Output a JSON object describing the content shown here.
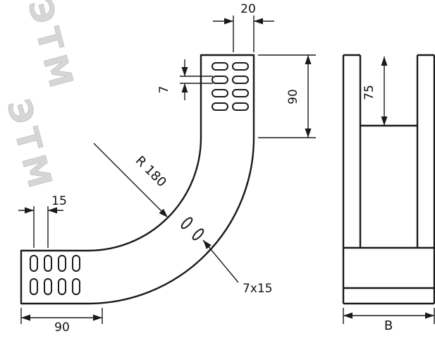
{
  "drawing": {
    "watermark_text": "ЭТМ",
    "colors": {
      "line": "#1a1a1a",
      "watermark": "#cccccc",
      "background": "#ffffff"
    },
    "front_view": {
      "dim_top_pitch": "20",
      "dim_slot_width": "7",
      "dim_upper_leg": "90",
      "dim_radius": "R 180",
      "dim_left_pitch": "15",
      "dim_lower_leg": "90",
      "dim_slot_size": "7x15"
    },
    "side_view": {
      "dim_side_height": "75",
      "dim_width": "B"
    }
  }
}
